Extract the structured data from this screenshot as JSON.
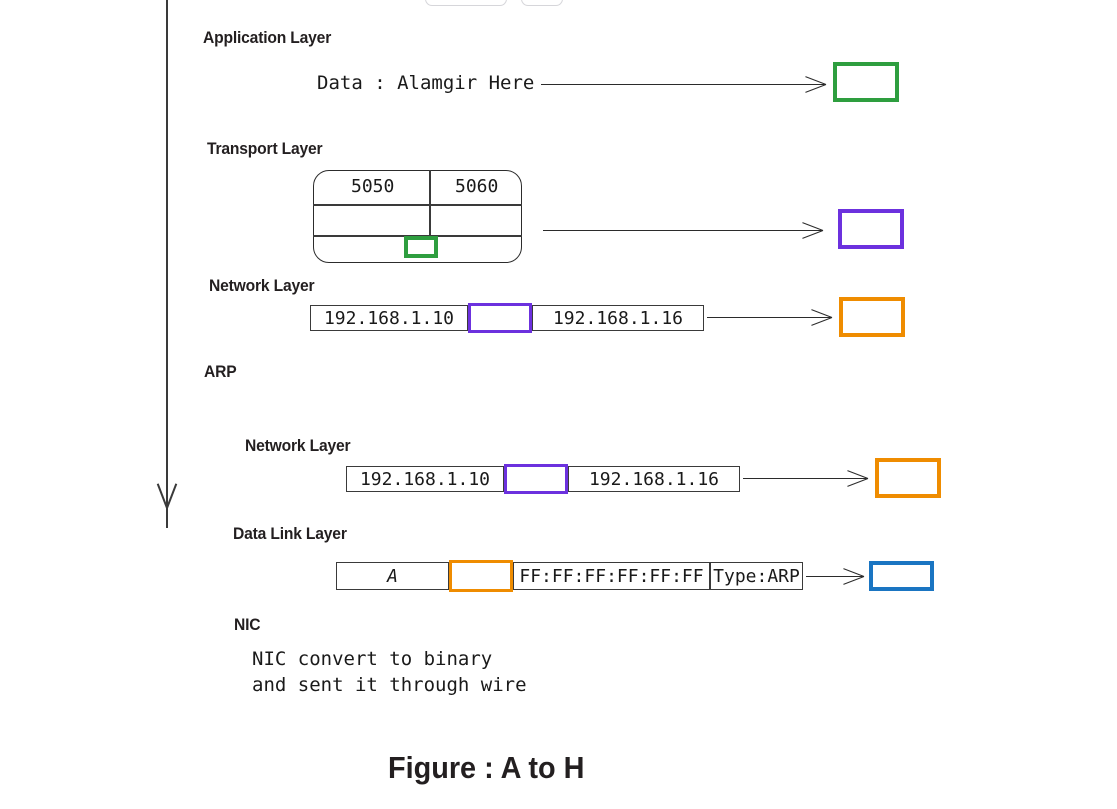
{
  "figure": {
    "caption": "Figure :  A to H"
  },
  "flow_arrow": {
    "name": "downward-flow-arrow",
    "direction": "down"
  },
  "sections": [
    {
      "id": "application",
      "label": "Application Layer",
      "content_text": "Data : Alamgir Here",
      "target_box_color": "#2e9e3f",
      "target_box_name": "application-layer-output-box"
    },
    {
      "id": "transport",
      "label": "Transport Layer",
      "source_port": "5050",
      "destination_port": "5060",
      "embedded_box_color": "#2e9e3f",
      "target_box_color": "#6c31de",
      "target_box_name": "transport-layer-output-box"
    },
    {
      "id": "network",
      "label": "Network Layer",
      "source_ip": "192.168.1.10",
      "destination_ip": "192.168.1.16",
      "embedded_box_color": "#6c31de",
      "target_box_color": "#ef8c00",
      "target_box_name": "network-layer-output-box"
    },
    {
      "id": "arp",
      "label": "ARP"
    },
    {
      "id": "network2",
      "label": "Network Layer",
      "source_ip": "192.168.1.10",
      "destination_ip": "192.168.1.16",
      "embedded_box_color": "#6c31de",
      "target_box_color": "#ef8c00",
      "target_box_name": "arp-network-layer-output-box"
    },
    {
      "id": "datalink",
      "label": "Data Link Layer",
      "source_mac": "A",
      "destination_mac": "FF:FF:FF:FF:FF:FF",
      "frame_type": "Type:ARP",
      "embedded_box_color": "#ef8c00",
      "target_box_color": "#1a75c2",
      "target_box_name": "data-link-layer-output-box"
    },
    {
      "id": "nic",
      "label": "NIC",
      "note_line_1": "NIC convert to binary",
      "note_line_2": "and sent it through wire"
    }
  ],
  "colors": {
    "green": "#2e9e3f",
    "purple": "#6c31de",
    "orange": "#ef8c00",
    "blue": "#1a75c2",
    "ink": "#231f20",
    "line": "#3a3a3a"
  }
}
